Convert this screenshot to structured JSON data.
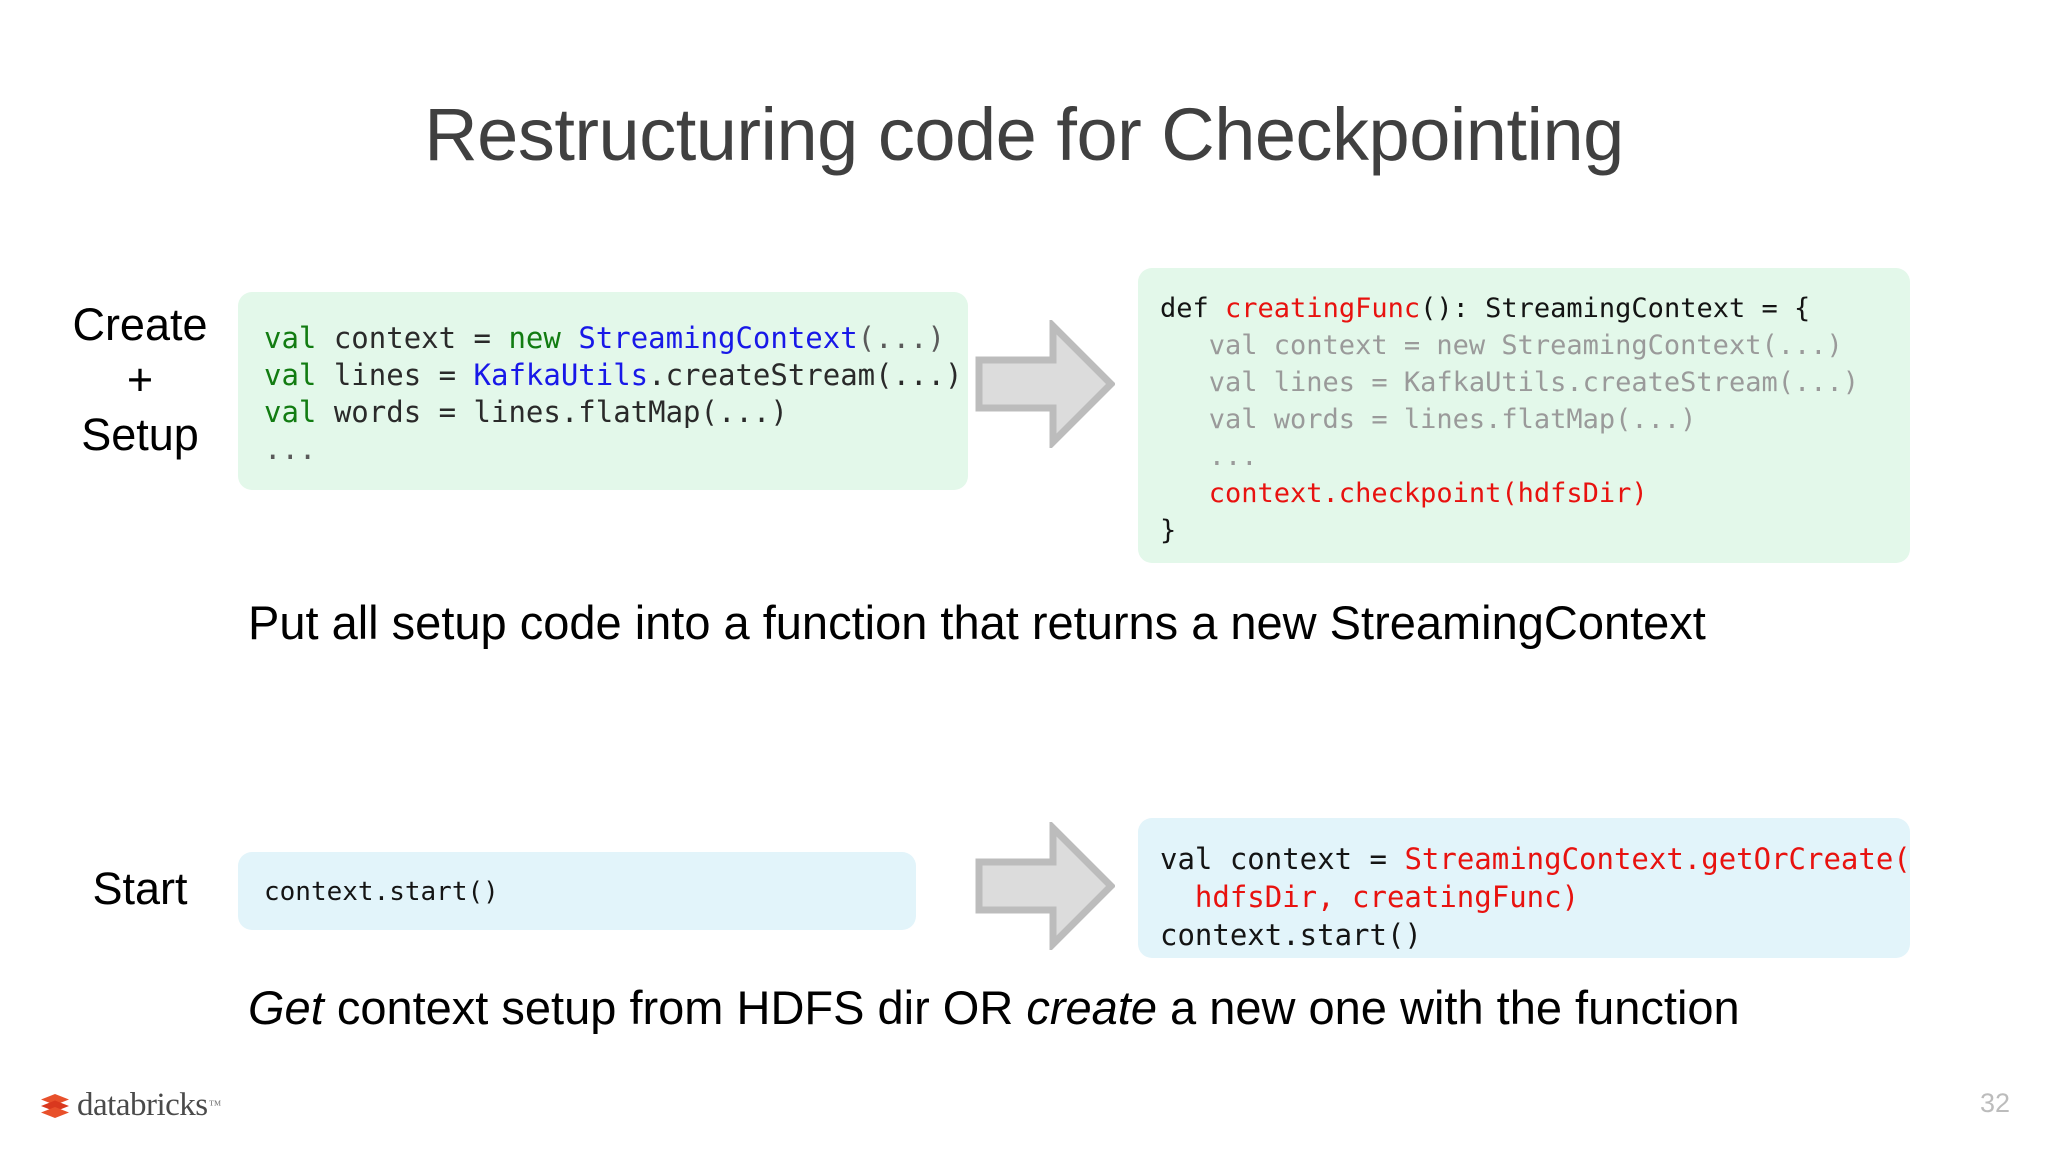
{
  "slide": {
    "title": "Restructuring code for Checkpointing",
    "page_number": "32",
    "brand": "databricks",
    "brand_tm": "™",
    "accent_red": "#e8120f",
    "accent_green": "#127c12",
    "accent_blue": "#1818e8",
    "box_green_bg": "#e3f8ea",
    "box_blue_bg": "#e2f4fa",
    "arrow_fill": "#dcdcdc",
    "arrow_stroke": "#bcbcbc"
  },
  "rows": [
    {
      "label_lines": [
        "Create",
        "+",
        "Setup"
      ],
      "label_line1": "Create",
      "label_line2": "+",
      "label_line3": "Setup",
      "caption": "Put all setup code into a function that returns a new StreamingContext",
      "before_code_lines": [
        "val context = new StreamingContext(...)",
        "val lines = KafkaUtils.createStream(...)",
        "val words = lines.flatMap(...)",
        "..."
      ],
      "after_code_lines": [
        "def creatingFunc(): StreamingContext = {",
        "   val context = new StreamingContext(...)",
        "   val lines = KafkaUtils.createStream(...)",
        "   val words = lines.flatMap(...)",
        "   ...",
        "   context.checkpoint(hdfsDir)",
        "}"
      ]
    },
    {
      "label_lines": [
        "Start"
      ],
      "label_line1": "Start",
      "caption_part1": "Get",
      "caption_part2": " context setup from HDFS dir OR ",
      "caption_part3": "create",
      "caption_part4": " a new one with the function",
      "caption": "Get context setup from HDFS dir OR create a new one with the function",
      "before_code_lines": [
        "context.start()"
      ],
      "after_code_lines": [
        "val context = StreamingContext.getOrCreate(",
        "  hdfsDir, creatingFunc)",
        "context.start()"
      ]
    }
  ],
  "code_tokens": {
    "create_before": {
      "l1_kw": "val",
      "l1_name": " context = ",
      "l1_new": "new",
      "l1_sp": " ",
      "l1_type": "StreamingContext",
      "l1_args": "(...)",
      "l2_kw": "val",
      "l2_name": " lines = ",
      "l2_type": "KafkaUtils",
      "l2_rest": ".createStream(...)",
      "l3_kw": "val",
      "l3_rest": " words = lines.flatMap(...)",
      "l4_dots": "..."
    },
    "create_after": {
      "l1_def": "def ",
      "l1_fn": "creatingFunc",
      "l1_rest": "(): StreamingContext = {",
      "l2": "   val context = new StreamingContext(...)",
      "l3": "   val lines = KafkaUtils.createStream(...)",
      "l4": "   val words = lines.flatMap(...)",
      "l5": "   ...",
      "l6": "   context.checkpoint(hdfsDir)",
      "l7": "}"
    },
    "start_before": {
      "l1": "context.start()"
    },
    "start_after": {
      "l1_plain": "val context = ",
      "l1_red": "StreamingContext.getOrCreate(",
      "l2_red": "  hdfsDir, creatingFunc)",
      "l3_plain": "context.start()"
    }
  }
}
